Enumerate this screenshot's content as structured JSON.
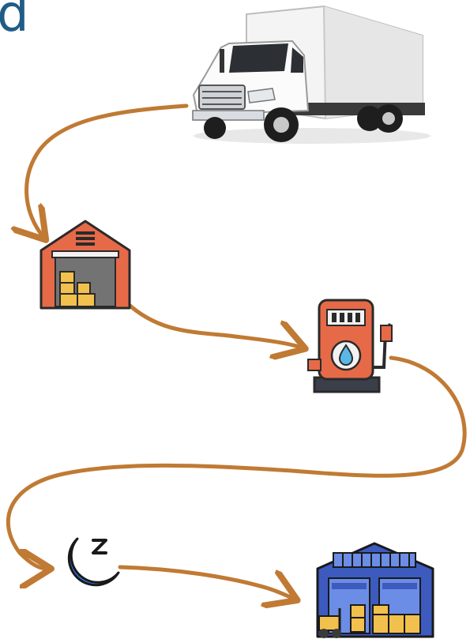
{
  "corner_text": "d",
  "colors": {
    "route": "#c07a34",
    "corner_text": "#1f5d86",
    "warehouse_roof": "#e66a47",
    "warehouse_interior": "#737373",
    "box": "#f2c04c",
    "pump_body": "#e66a47",
    "pump_screen": "#3a3f4a",
    "droplet": "#5ab7e6",
    "moon": "#2f7df0",
    "destination_roof": "#3d5bbf",
    "destination_wall": "#6b8de6"
  },
  "stops": [
    {
      "id": "truck",
      "icon": "box-truck-icon"
    },
    {
      "id": "pickup",
      "icon": "warehouse-icon"
    },
    {
      "id": "fuel",
      "icon": "fuel-pump-icon"
    },
    {
      "id": "rest",
      "icon": "moon-sleep-icon"
    },
    {
      "id": "delivery",
      "icon": "distribution-center-icon"
    }
  ]
}
